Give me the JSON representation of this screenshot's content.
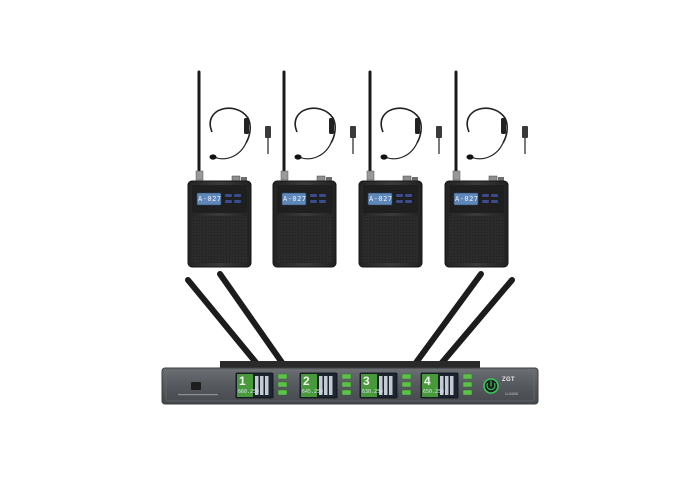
{
  "product": {
    "transmitters": [
      {
        "display": "A-027"
      },
      {
        "display": "A-027"
      },
      {
        "display": "A-027"
      },
      {
        "display": "A-027"
      }
    ],
    "receiver": {
      "brand": "ZGT",
      "model": "U-8400",
      "channels": [
        {
          "number": "1",
          "freq": "660.250"
        },
        {
          "number": "2",
          "freq": "645.250"
        },
        {
          "number": "3",
          "freq": "630.250"
        },
        {
          "number": "4",
          "freq": "650.250"
        }
      ]
    }
  },
  "colors": {
    "body": "#2b2b2b",
    "panel": "#56595d",
    "display_blue": "#5f87b8",
    "channel_green": "#4fae3b",
    "power_ring": "#37c85a"
  }
}
